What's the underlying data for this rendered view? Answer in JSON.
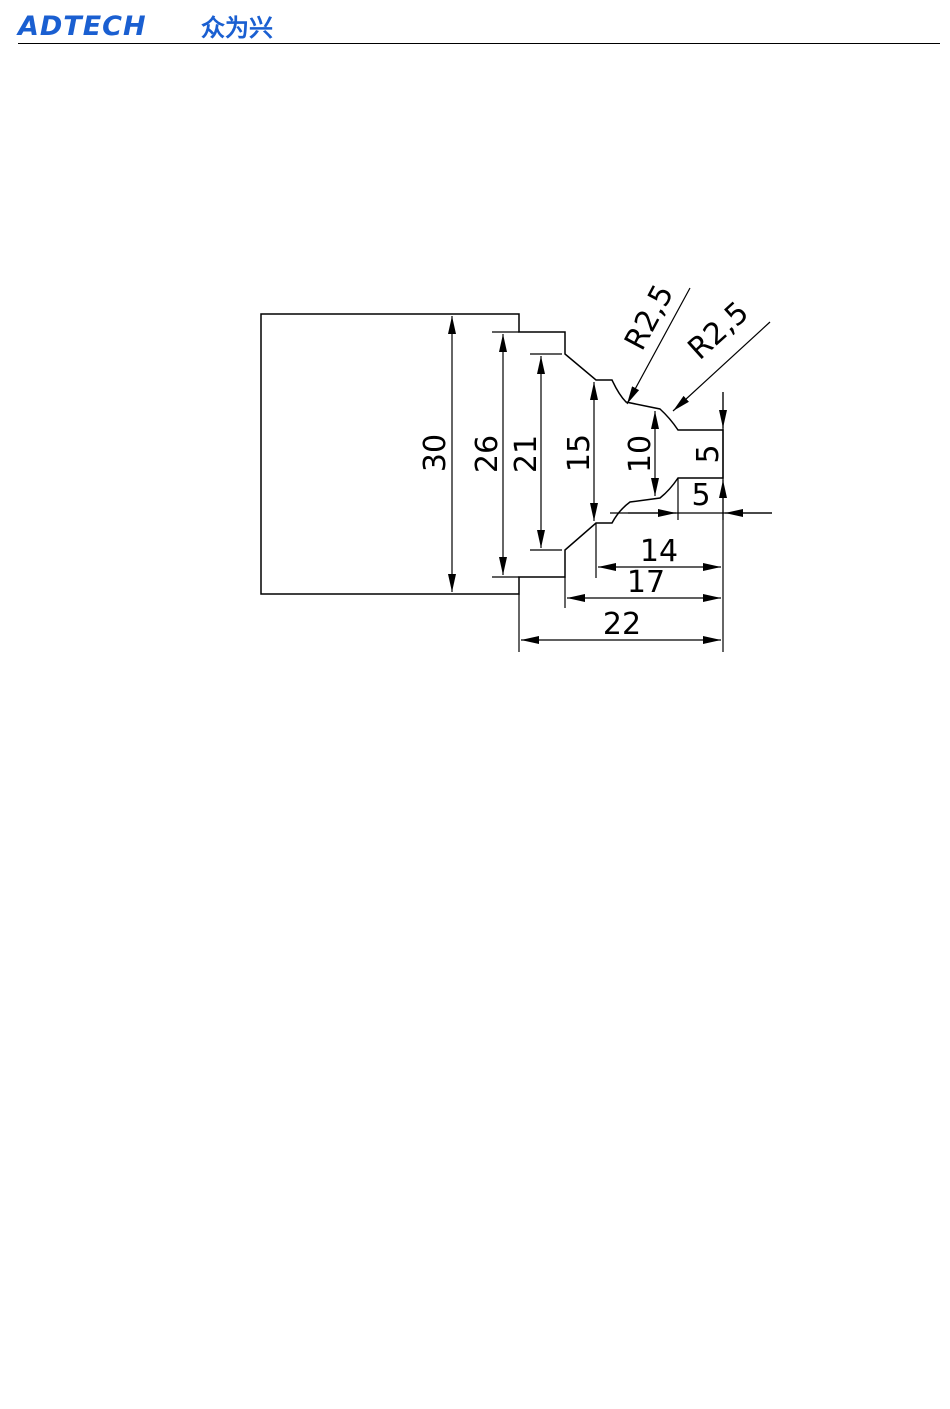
{
  "header": {
    "brand": "ADTECH",
    "brand_cn": "众为兴"
  },
  "drawing": {
    "dimensions": {
      "d30": "30",
      "d26": "26",
      "d21": "21",
      "d15": "15",
      "d10": "10",
      "d5v": "5",
      "d5h": "5",
      "d14": "14",
      "d17": "17",
      "d22": "22",
      "r1": "R2,5",
      "r2": "R2,5"
    }
  }
}
